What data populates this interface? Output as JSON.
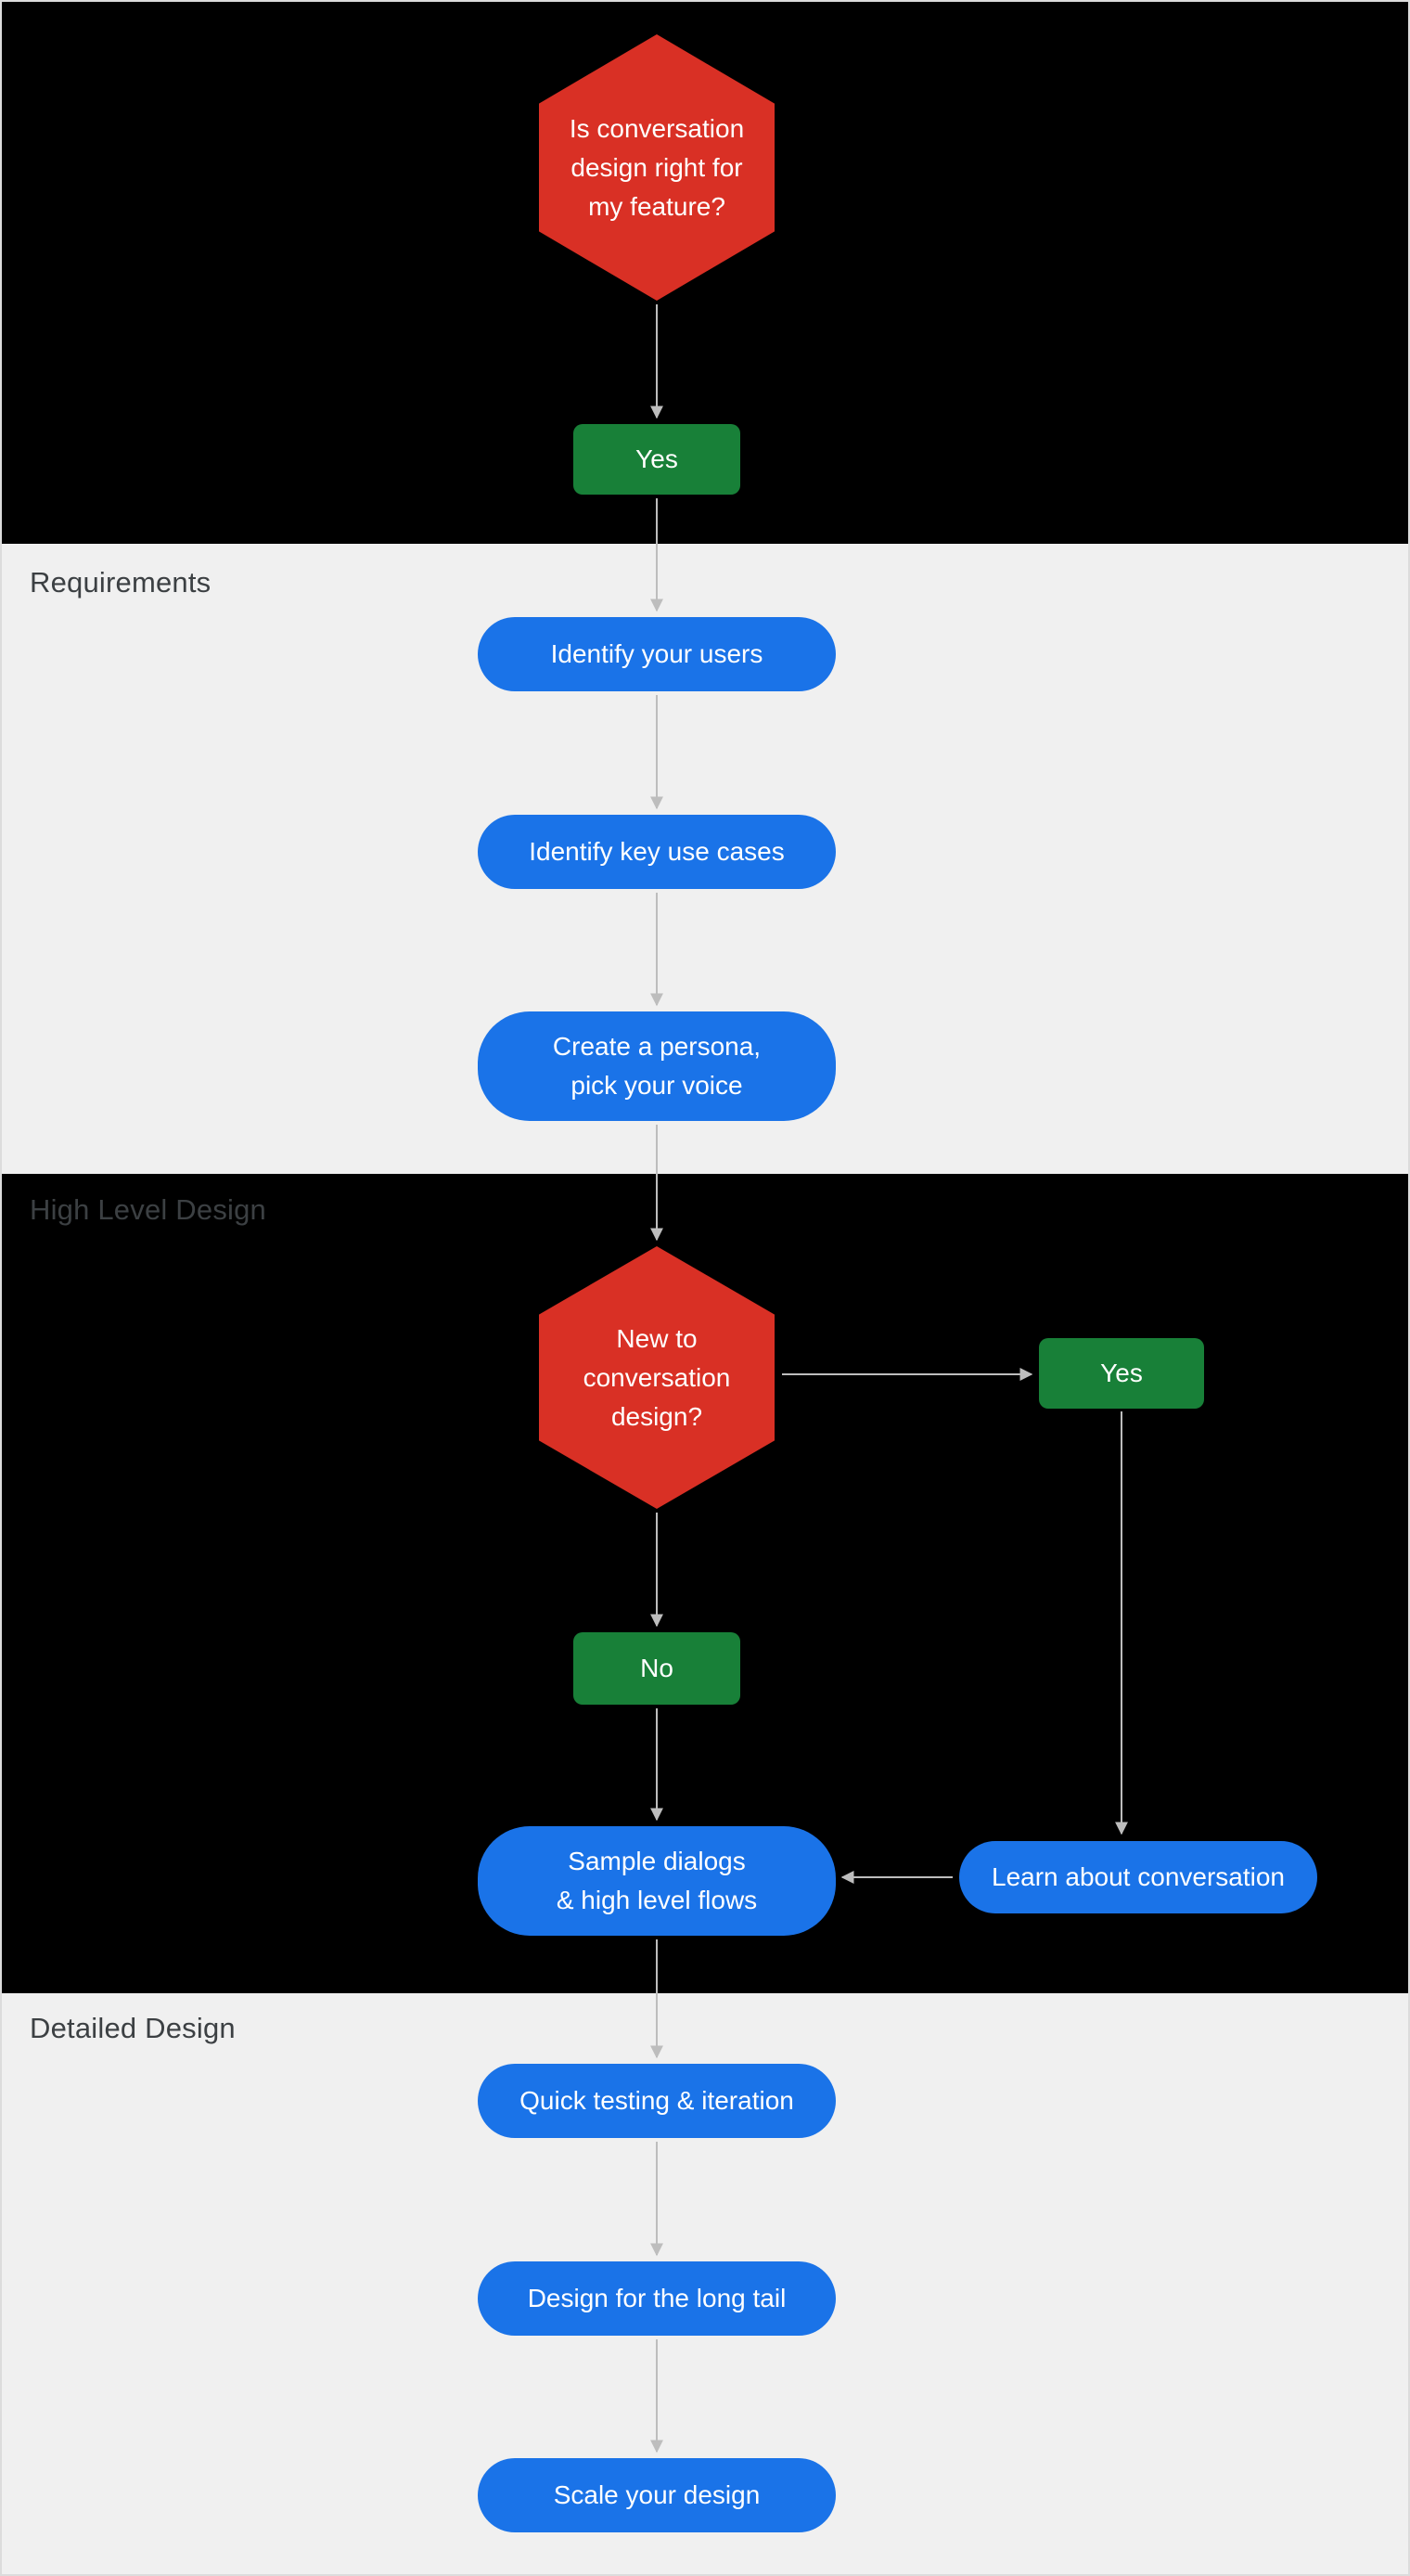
{
  "sections": {
    "intro": {
      "nodes": {
        "decision_feature": "Is conversation\ndesign right for\nmy feature?",
        "yes": "Yes"
      }
    },
    "requirements": {
      "label": "Requirements",
      "nodes": {
        "identify_users": "Identify your users",
        "identify_use_cases": "Identify key use cases",
        "create_persona": "Create a persona,\npick your voice"
      }
    },
    "high_level_design": {
      "label": "High Level Design",
      "nodes": {
        "decision_new": "New to\nconversation\ndesign?",
        "yes": "Yes",
        "no": "No",
        "sample_dialogs": "Sample dialogs\n& high level flows",
        "learn_conversation": "Learn about conversation"
      }
    },
    "detailed_design": {
      "label": "Detailed Design",
      "nodes": {
        "quick_testing": "Quick testing & iteration",
        "long_tail": "Design for the long tail",
        "scale": "Scale your design"
      }
    }
  },
  "colors": {
    "decision_red": "#d93025",
    "action_green": "#188038",
    "process_blue": "#1a73e8",
    "band_dark": "#000000",
    "band_light": "#f0f0f0",
    "arrow_gray": "#bdbdbd",
    "section_label_gray": "#3c4043",
    "node_text": "#ffffff"
  }
}
